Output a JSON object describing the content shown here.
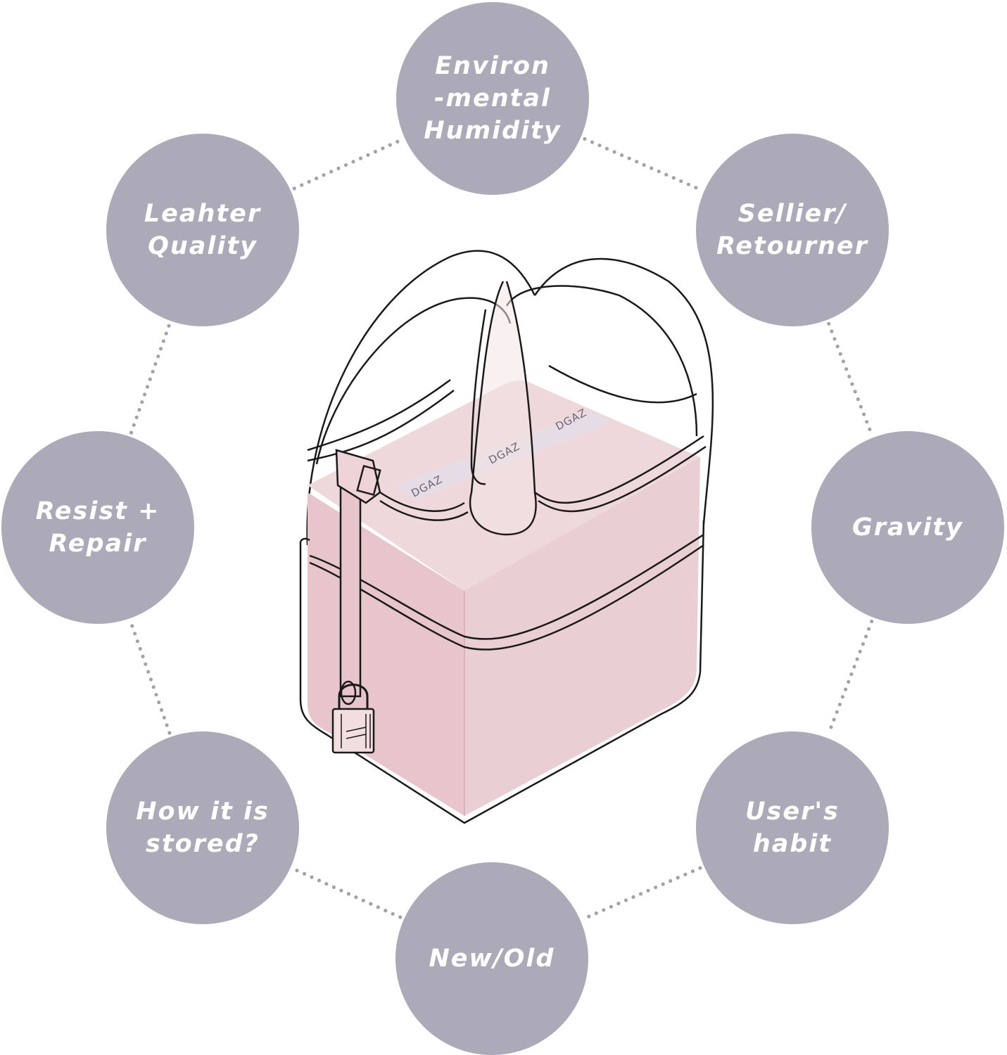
{
  "diagram": {
    "title": "Factors affecting bag shape",
    "center_item": {
      "description": "Pink bag insert shaper inside a bucket bag with padlock",
      "brand_labels": [
        "DGAZ",
        "DGAZ",
        "DGAZ"
      ]
    },
    "factors": [
      {
        "id": "humidity",
        "label": "Environ\n-mental\nHumidity"
      },
      {
        "id": "sellier",
        "label": "Sellier/\nRetourner"
      },
      {
        "id": "gravity",
        "label": "Gravity"
      },
      {
        "id": "habit",
        "label": "User's\nhabit"
      },
      {
        "id": "newold",
        "label": "New/Old"
      },
      {
        "id": "stored",
        "label": "How it is\nstored?"
      },
      {
        "id": "repair",
        "label": "Resist +\nRepair"
      },
      {
        "id": "leather",
        "label": "Leahter\nQuality"
      }
    ],
    "connector_style": "dotted",
    "colors": {
      "node_fill": "#acaab9",
      "node_text": "#ffffff",
      "connector": "#a3a2ac",
      "insert_pink": "#e8c9cf",
      "insert_top": "#eed8dc",
      "outline": "#1a1a1a"
    }
  }
}
